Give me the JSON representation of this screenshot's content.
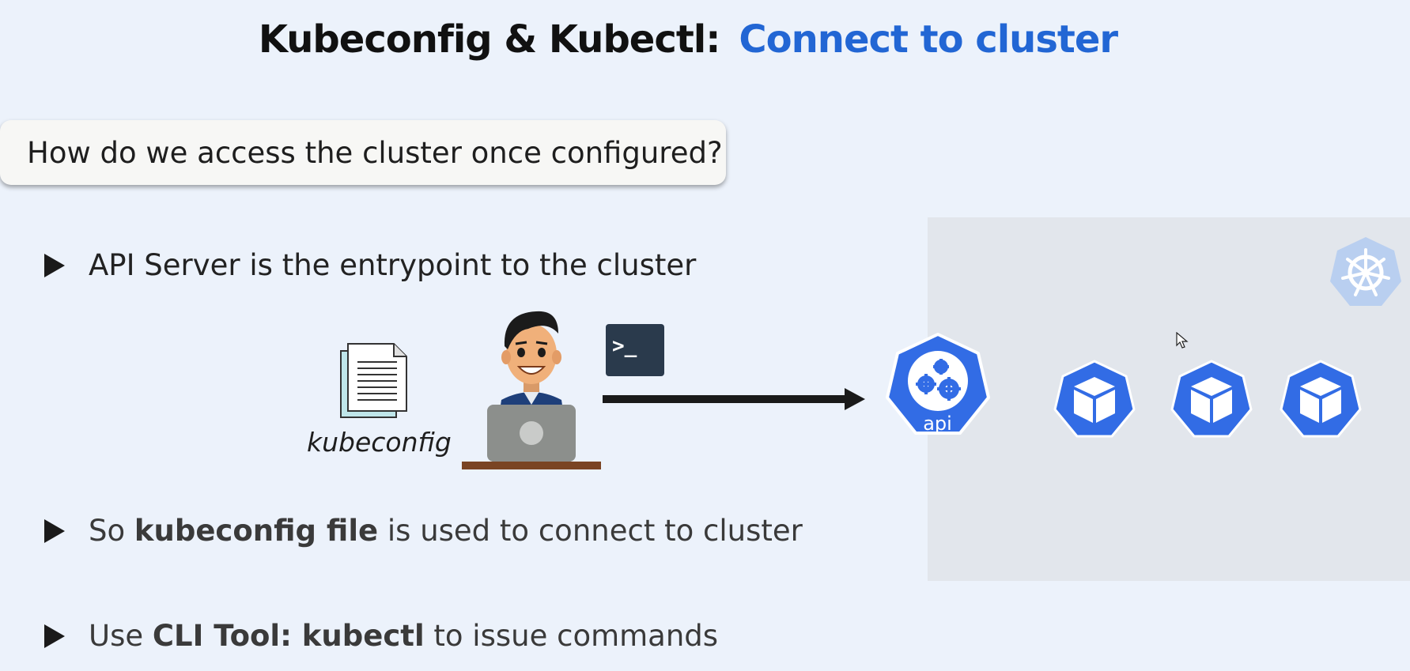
{
  "title": {
    "part1": "Kubeconfig & Kubectl:",
    "part2": "Connect to cluster"
  },
  "question": "How do we access the cluster once configured?",
  "bullets": [
    {
      "pre": "API Server is the entrypoint to the cluster",
      "bold": "",
      "post": ""
    },
    {
      "pre": "So ",
      "bold": "kubeconfig file",
      "post": " is used to connect to cluster"
    },
    {
      "pre": "Use ",
      "bold": "CLI Tool: kubectl",
      "post": " to issue commands"
    }
  ],
  "diagram": {
    "kubeconfig_label": "kubeconfig",
    "api_label": "api",
    "terminal_prompt": ">_"
  },
  "colors": {
    "accent_blue": "#2266d4",
    "k8s_blue": "#326ce5",
    "panel_gray": "#e2e6ec",
    "background": "#ecf2fb"
  }
}
